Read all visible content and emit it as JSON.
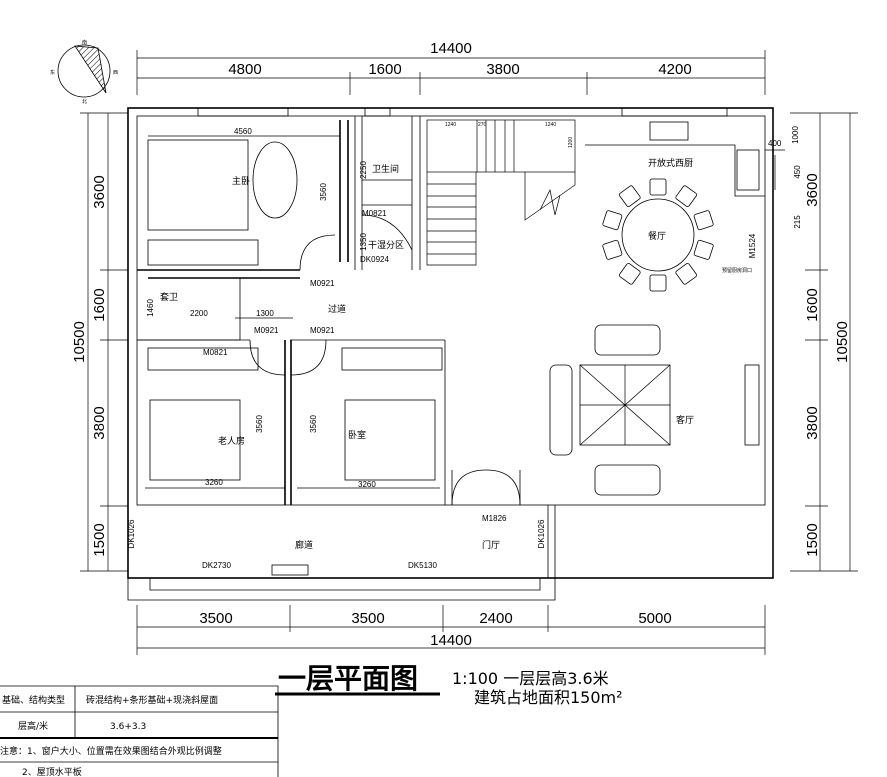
{
  "compass": {
    "south": "南",
    "east": "东",
    "west": "西",
    "north": "北"
  },
  "dims": {
    "top_total": "14400",
    "top_segments": [
      "4800",
      "1600",
      "3800",
      "4200"
    ],
    "bottom_total": "14400",
    "bottom_segments": [
      "3500",
      "3500",
      "2400",
      "5000"
    ],
    "left_total": "10500",
    "left_segments": [
      "3600",
      "1600",
      "3800",
      "1500"
    ],
    "right_total": "10500",
    "right_segments": [
      "3600",
      "1600",
      "3800",
      "1500"
    ],
    "right_small": [
      "1000",
      "400",
      "450",
      "215"
    ]
  },
  "rooms": {
    "master_bedroom": "主卧",
    "bathroom": "卫生间",
    "dry_wet": "干湿分区",
    "corridor": "过道",
    "suite_bath": "套卫",
    "elder_room": "老人房",
    "bedroom": "卧室",
    "porch": "廊道",
    "foyer": "门厅",
    "kitchen": "开放式西厨",
    "dining": "餐厅",
    "living": "客厅",
    "kitchen_opening": "预留厨房洞口"
  },
  "inner_dims": {
    "master_width": "4560",
    "master_depth": "3560",
    "bath_depth": "2250",
    "drywet_depth": "1350",
    "suite_w": "2200",
    "suite_d": "1460",
    "corr_w": "1300",
    "elder_depth": "3560",
    "bed_depth": "3560",
    "elder_width": "3260",
    "bed_width": "3260",
    "stair_a": "1240",
    "stair_b": "1240",
    "stair_step": "270",
    "stair_depth": "1200"
  },
  "openings": {
    "m0821_a": "M0821",
    "dk0924": "DK0924",
    "m0921_a": "M0921",
    "m0921_b": "M0921",
    "m0921_c": "M0921",
    "m0821_b": "M0821",
    "m1826": "M1826",
    "m1524": "M1524",
    "dk1026_l": "DK1026",
    "dk1026_r": "DK1026",
    "dk2730": "DK2730",
    "dk5130": "DK5130"
  },
  "title": {
    "main": "一层平面图",
    "scale": "1:100 一层层高3.6米",
    "area": "建筑占地面积150m²"
  },
  "table": {
    "row1_label": "基础、结构类型",
    "row1_value": "砖混结构+条形基础+现浇斜屋面",
    "row2_label": "层高/米",
    "row2_value": "3.6+3.3",
    "note1": "注意：1、窗户大小、位置需在效果图结合外观比例调整",
    "note2": "2、屋顶水平板"
  }
}
